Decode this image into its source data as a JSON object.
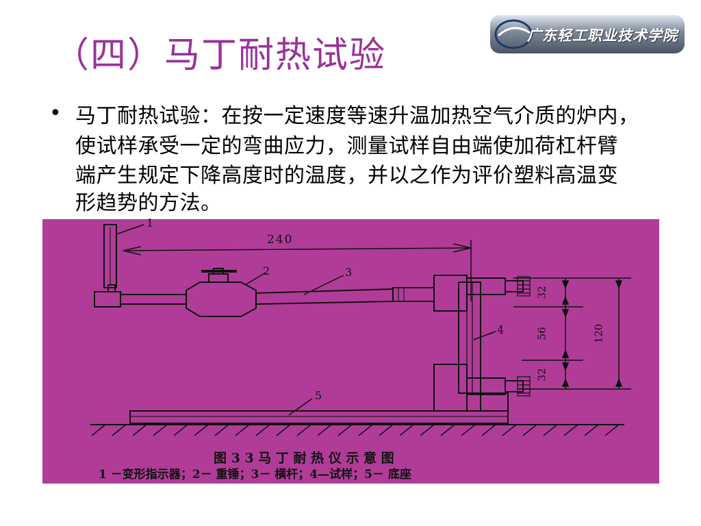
{
  "slide": {
    "title": "（四）马丁耐热试验",
    "logo_text": "广东轻工职业技术学院",
    "bullet_lines": [
      "马丁耐热试验：在按一定速度等速升温加热空气介质的炉内，",
      "使试样承受一定的弯曲应力，测量试样自由端使加荷杠杆臂",
      "端产生规定下降高度时的温度，并以之作为评价塑料高温变",
      "形趋势的方法。"
    ]
  },
  "figure": {
    "background": "#b03c98",
    "labels": {
      "n1": "1",
      "n2": "2",
      "n3": "3",
      "n4": "4",
      "n5": "5",
      "dim_240": "240",
      "dim_32_top": "32",
      "dim_56": "56",
      "dim_32_bottom": "32",
      "dim_120": "120"
    },
    "caption": "图 3 3   马 丁 耐 热 仪 示 意 图",
    "legend": "1 －变形指示器；2－ 重锤；3－ 横杆；4—试样；5－ 底座"
  },
  "colors": {
    "title": "#993399",
    "figure_bg": "#b03c98",
    "ink": "#111111"
  }
}
